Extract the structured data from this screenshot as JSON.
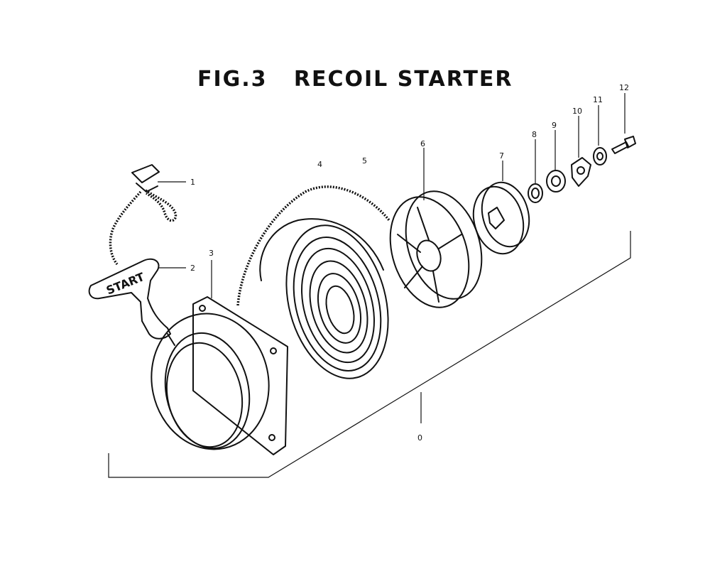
{
  "title": {
    "fig": "FIG.3",
    "name": "RECOIL STARTER"
  },
  "callouts": {
    "c0": "0",
    "c1": "1",
    "c2": "2",
    "c3": "3",
    "c4": "4",
    "c5": "5",
    "c6": "6",
    "c7": "7",
    "c8": "8",
    "c9": "9",
    "c10": "10",
    "c11": "11",
    "c12": "12"
  },
  "handle_text": "START"
}
